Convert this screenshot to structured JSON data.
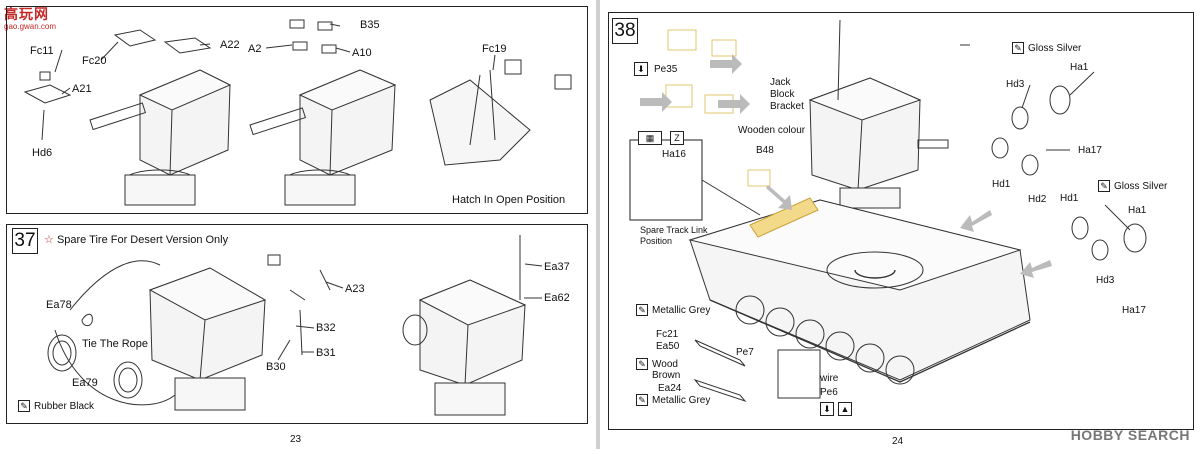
{
  "logo": {
    "main": "高玩网",
    "sub": "gao.gwan.com"
  },
  "watermark": "HOBBY SEARCH",
  "pages": {
    "left": "23",
    "right": "24"
  },
  "step36": {
    "labels": [
      "Fc11",
      "Fc20",
      "A22",
      "A21",
      "Hd6",
      "B35",
      "A2",
      "A10",
      "Fc19"
    ],
    "caption": "Hatch In Open Position"
  },
  "step37": {
    "number": "37",
    "note": "Spare Tire For Desert Version Only",
    "labels": [
      "A23",
      "B32",
      "B31",
      "B30",
      "Ea78",
      "Ea79",
      "Ea37",
      "Ea62"
    ],
    "rope": "Tie The Rope",
    "paint": "Rubber Black"
  },
  "step38": {
    "number": "38",
    "parts": [
      "Pe35",
      "B48",
      "Ha16",
      "Fc21",
      "Ea50",
      "Pe7",
      "Ea24",
      "Pe6",
      "Ha1",
      "Hd3",
      "Hd1",
      "Hd2",
      "Ha17",
      "Hd1",
      "Ha1",
      "Hd3",
      "Ha17"
    ],
    "texts": {
      "jack": "Jack",
      "block": "Block",
      "bracket": "Bracket",
      "wooden": "Wooden colour",
      "spare1": "Spare Track Link",
      "spare2": "Position",
      "wire": "wire",
      "z": "Z"
    },
    "paints": [
      "Gloss Silver",
      "Gloss Silver",
      "Metallic Grey",
      "Wood",
      "Brown",
      "Metallic Grey"
    ]
  }
}
